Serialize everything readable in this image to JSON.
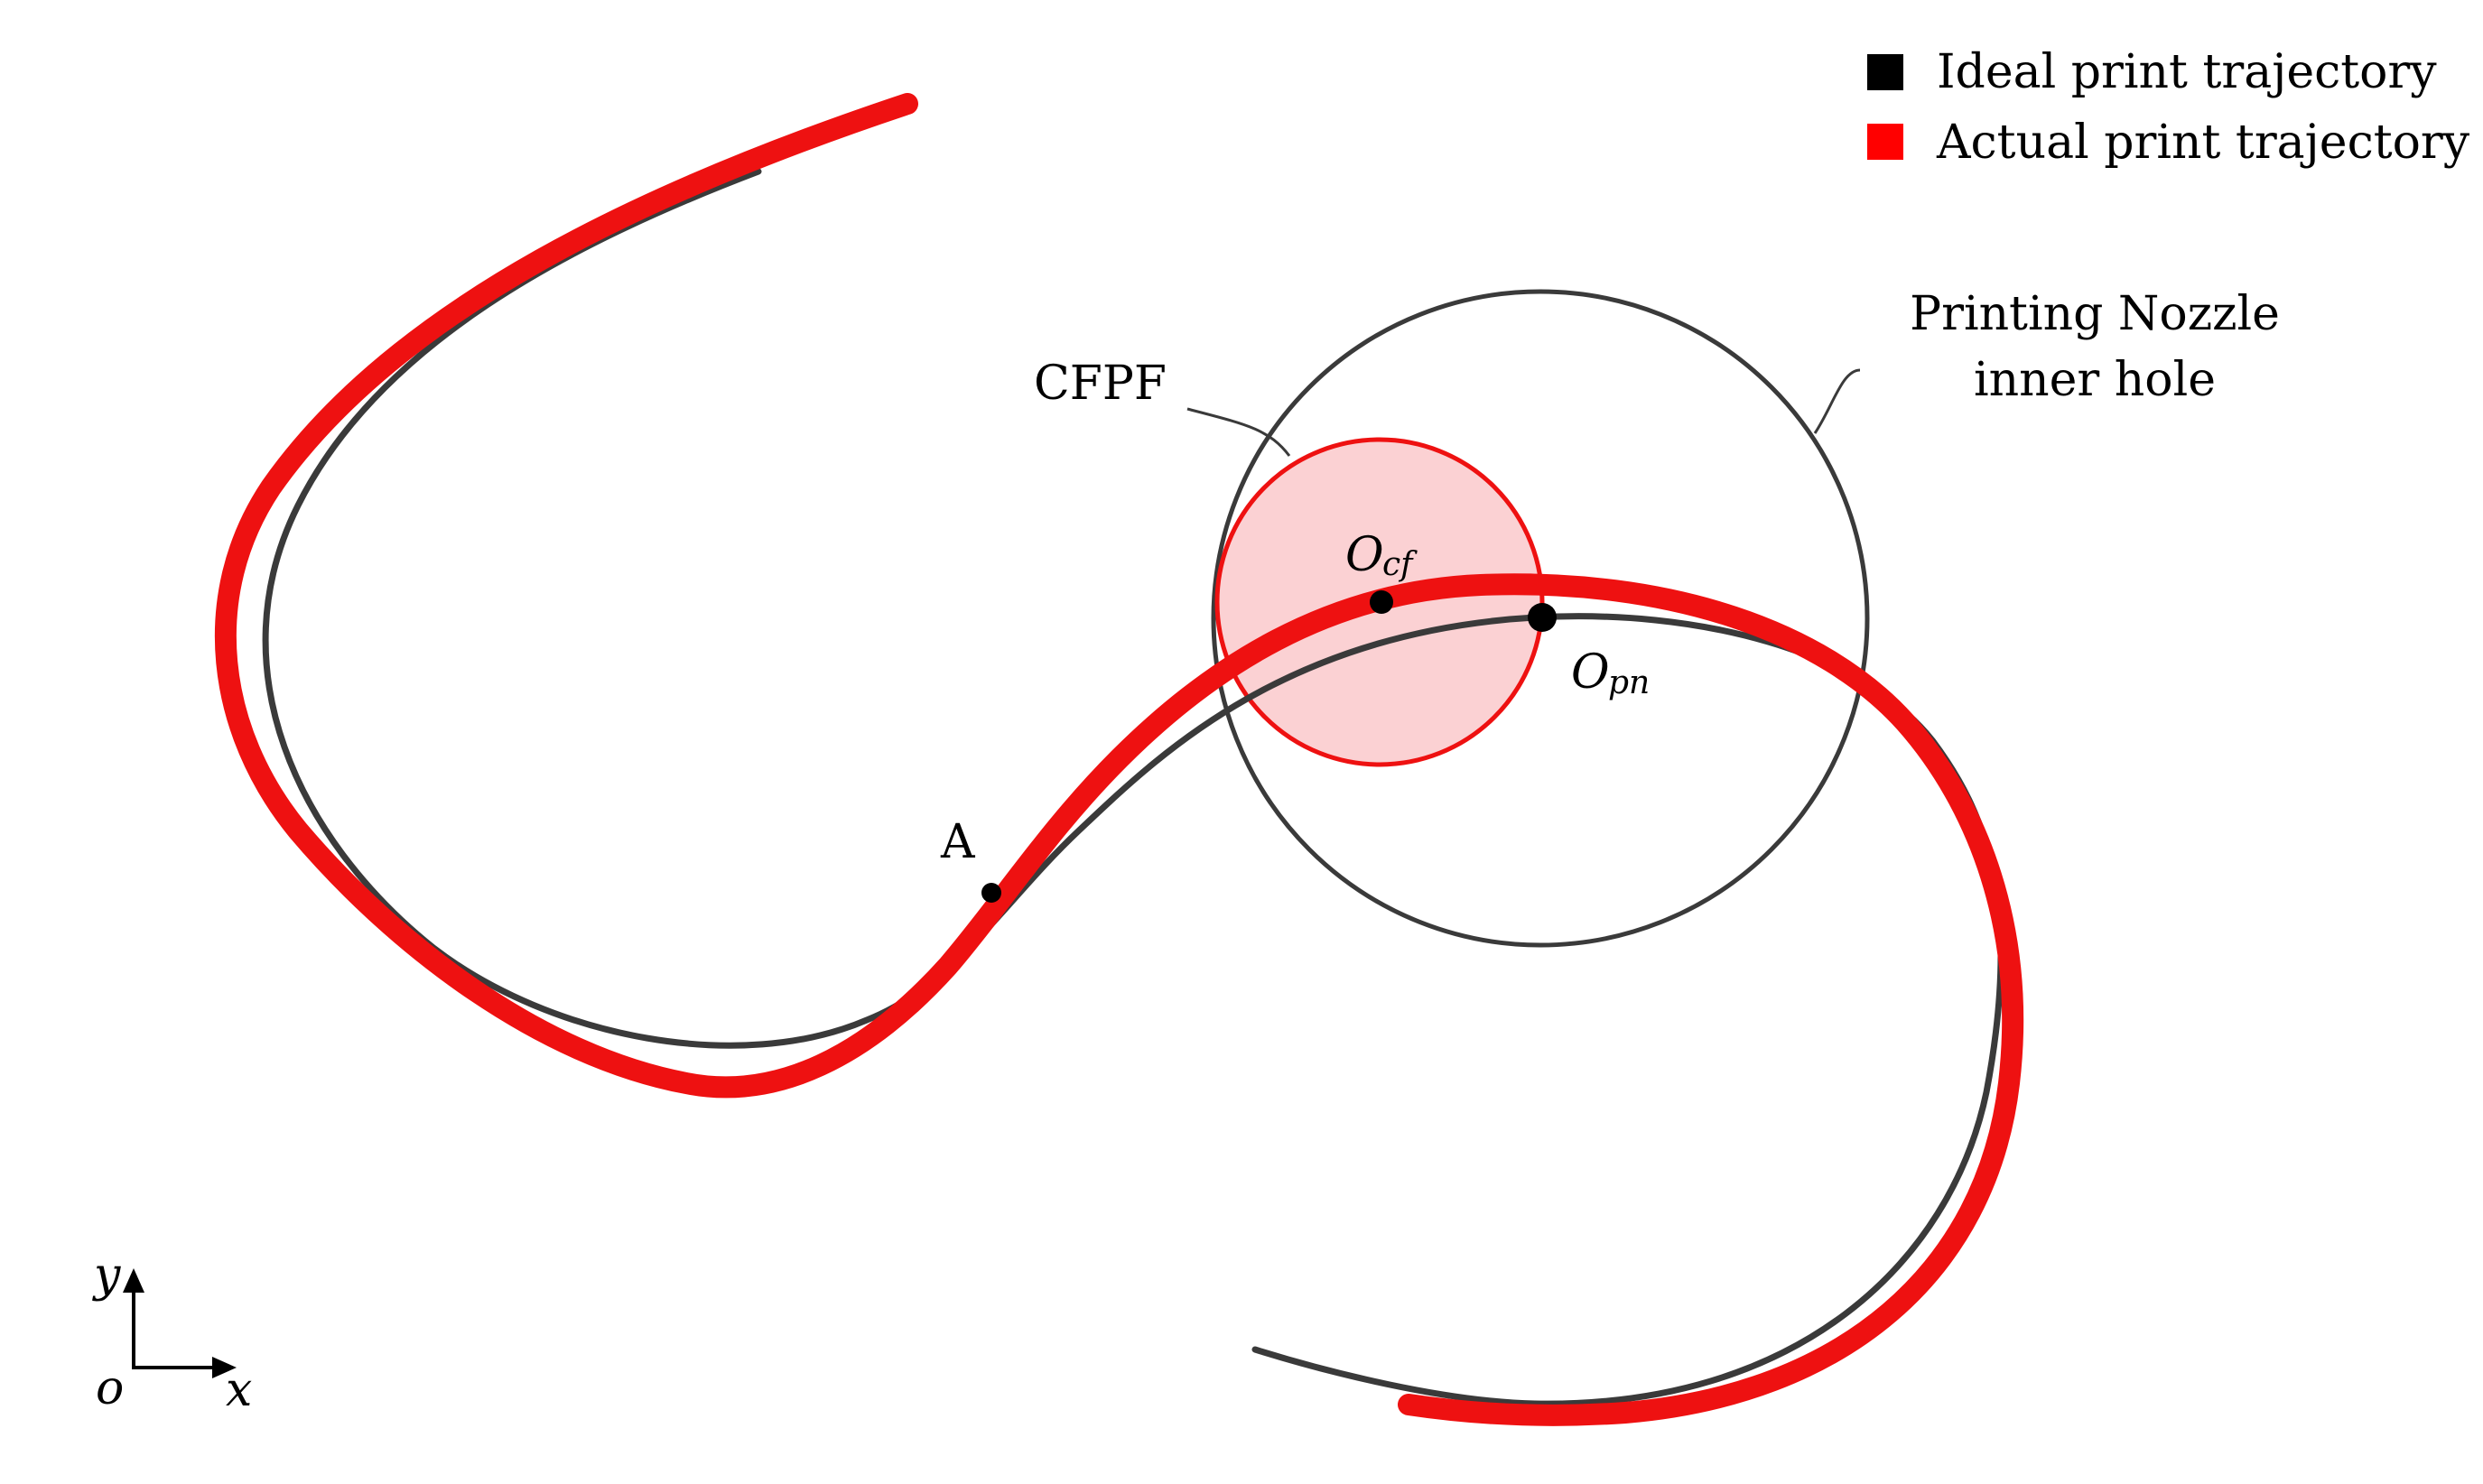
{
  "legend": {
    "items": [
      {
        "label": "Ideal print trajectory",
        "color": "#000000"
      },
      {
        "label": "Actual print trajectory",
        "color": "#ff0000"
      }
    ]
  },
  "colors": {
    "ideal_path": "#3a3a3a",
    "actual_path": "#ee1111",
    "cfpf_fill": "#fbd1d3",
    "cfpf_stroke": "#ee1111",
    "nozzle_stroke": "#3a3a3a",
    "point": "#000000"
  },
  "labels": {
    "cfpf": "CFPF",
    "nozzle_line1": "Printing Nozzle",
    "nozzle_line2": "inner hole",
    "point_a": "A",
    "ocf_main": "O",
    "ocf_sub": "cf",
    "opn_main": "O",
    "opn_sub": "pn"
  },
  "axes": {
    "y_label": "y",
    "x_label": "x",
    "origin_label": "o",
    "y_arrow_icon": "arrow-up-icon",
    "x_arrow_icon": "arrow-right-icon"
  }
}
